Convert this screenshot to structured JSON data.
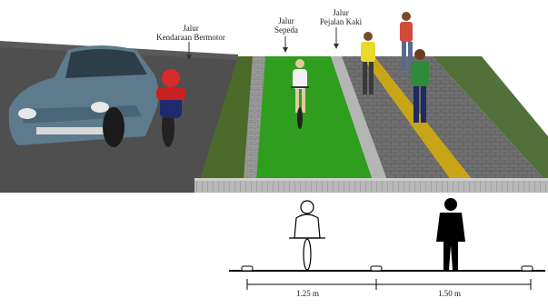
{
  "labels": {
    "vehicle_lane": [
      "Jalur",
      "Kendaraan Bermotor"
    ],
    "bike_lane": [
      "Jalur",
      "Sepeda"
    ],
    "pedestrian_lane": [
      "Jalur",
      "Pejalan Kaki"
    ]
  },
  "dimensions": {
    "bike_width": "1.25  m",
    "walk_width": "1.50  m"
  },
  "colors": {
    "road": "#4a4a4a",
    "grass": "#4e6b2c",
    "bike_lane": "#2f9e1e",
    "paving": "#6e6e6e",
    "tactile_strip": "#c8a416",
    "car": "#5c7a8c",
    "wall": "#8a8a8a"
  }
}
